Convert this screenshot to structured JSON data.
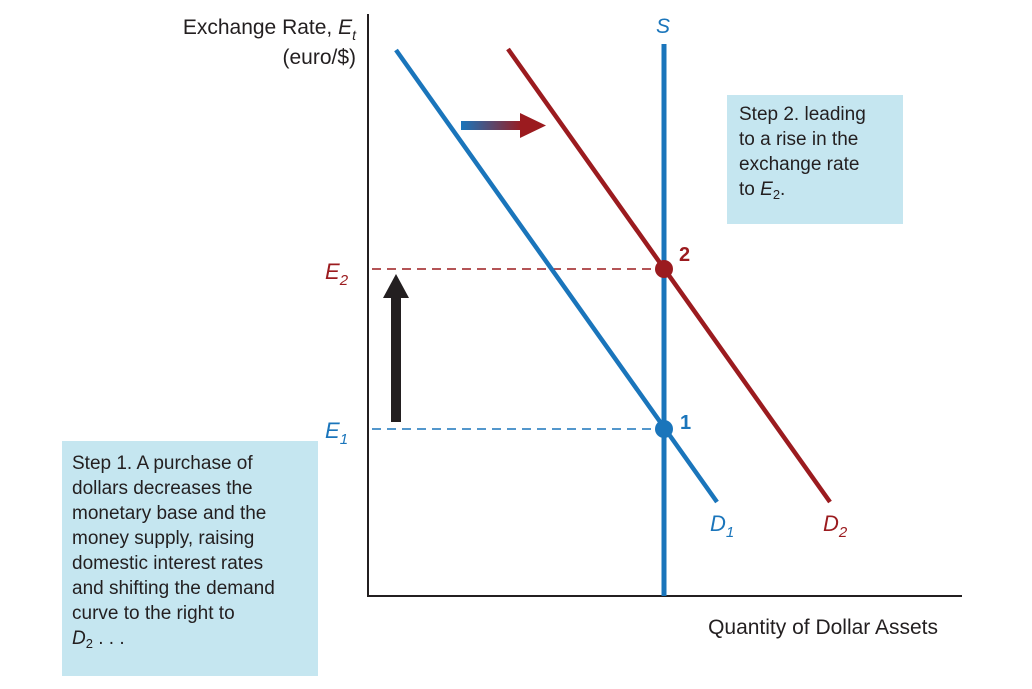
{
  "axes": {
    "y_label_line1": "Exchange Rate, ",
    "y_label_var": "E",
    "y_label_sub": "t",
    "y_label_line2": "(euro/$)",
    "x_label": "Quantity of Dollar Assets"
  },
  "curves": {
    "supply_label": "S",
    "d1_label": "D",
    "d1_sub": "1",
    "d2_label": "D",
    "d2_sub": "2"
  },
  "levels": {
    "e1_label": "E",
    "e1_sub": "1",
    "e2_label": "E",
    "e2_sub": "2"
  },
  "points": {
    "p1": "1",
    "p2": "2"
  },
  "callouts": {
    "step1_lines": [
      "Step 1. A purchase of",
      "dollars decreases the",
      "monetary base and the",
      "money supply, raising",
      "domestic interest rates",
      "and shifting the demand",
      "curve to the right to"
    ],
    "step1_last_var": "D",
    "step1_last_sub": "2",
    "step1_last_tail": " . . .",
    "step2_lines": [
      "Step 2. leading",
      "to a rise in the",
      "exchange rate"
    ],
    "step2_last_prefix": "to ",
    "step2_last_var": "E",
    "step2_last_sub": "2",
    "step2_last_tail": "."
  },
  "colors": {
    "blue": "#1a75bb",
    "red": "#9b1b1f",
    "dark_arrow": "#231f20",
    "callout_bg": "#c5e6f0"
  }
}
